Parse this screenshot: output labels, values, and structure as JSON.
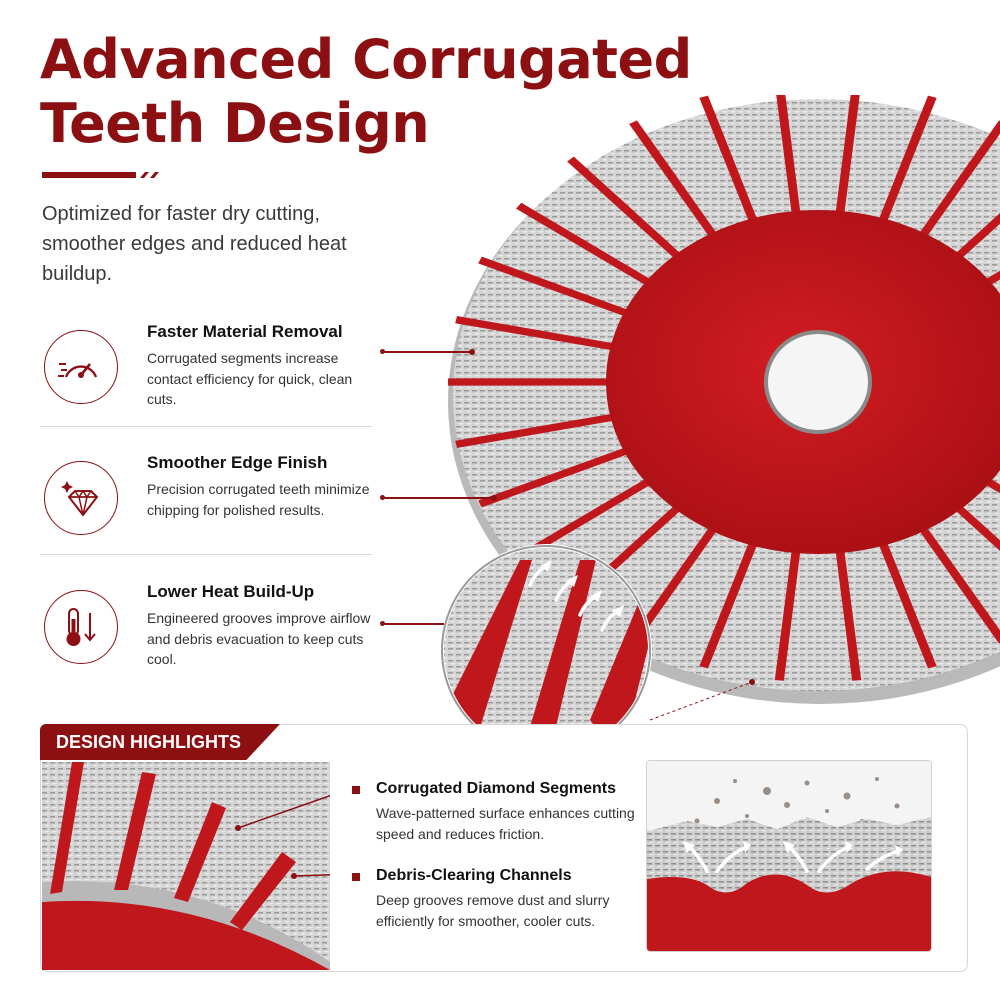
{
  "header": {
    "title_line1": "Advanced Corrugated",
    "title_line2": "Teeth Design",
    "intro": "Optimized for faster dry cutting, smoother edges and reduced heat buildup."
  },
  "features": [
    {
      "icon": "speedometer-icon",
      "title": "Faster Material Removal",
      "description": "Corrugated segments increase contact efficiency for quick, clean cuts."
    },
    {
      "icon": "diamond-icon",
      "title": "Smoother Edge Finish",
      "description": "Precision corrugated teeth minimize chipping for polished results."
    },
    {
      "icon": "thermometer-down-icon",
      "title": "Lower Heat Build-Up",
      "description": "Engineered grooves improve airflow and debris evacuation to keep cuts cool."
    }
  ],
  "highlights": {
    "tab_label": "DESIGN HIGHLIGHTS",
    "items": [
      {
        "title": "Corrugated Diamond Segments",
        "description": "Wave-patterned surface enhances cutting speed and reduces friction."
      },
      {
        "title": "Debris-Clearing Channels",
        "description": "Deep grooves remove dust and slurry efficiently for smoother, cooler cuts."
      }
    ]
  },
  "colors": {
    "brand_red": "#8c0f12",
    "blade_red": "#c0171d",
    "steel": "#cfcfcf"
  }
}
